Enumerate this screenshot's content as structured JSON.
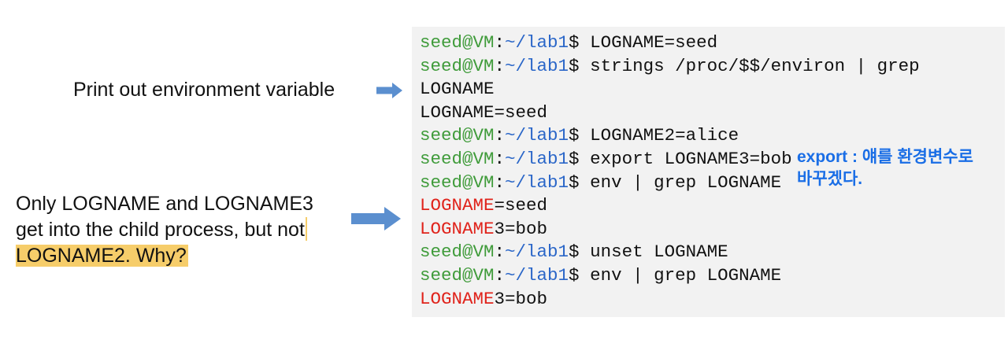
{
  "labels": {
    "print_env": "Print out environment variable",
    "only_line1": "Only LOGNAME and LOGNAME3",
    "only_line2": "get into the child process, but not",
    "only_line3": "LOGNAME2. Why?"
  },
  "prompt": {
    "user": "seed@VM",
    "colon": ":",
    "path": "~/lab1",
    "dollar": "$ "
  },
  "terminal_lines": [
    {
      "type": "cmd",
      "text": "LOGNAME=seed"
    },
    {
      "type": "cmd",
      "text": "strings /proc/$$/environ | grep"
    },
    {
      "type": "out",
      "text": "LOGNAME"
    },
    {
      "type": "out",
      "text": "LOGNAME=seed"
    },
    {
      "type": "cmd",
      "text": "LOGNAME2=alice"
    },
    {
      "type": "cmd",
      "text": "export LOGNAME3=bob"
    },
    {
      "type": "cmd",
      "text": "env | grep LOGNAME"
    },
    {
      "type": "match",
      "match": "LOGNAME",
      "rest": "=seed"
    },
    {
      "type": "match",
      "match": "LOGNAME",
      "rest": "3=bob"
    },
    {
      "type": "cmd",
      "text": "unset LOGNAME"
    },
    {
      "type": "cmd",
      "text": "env | grep LOGNAME"
    },
    {
      "type": "match",
      "match": "LOGNAME",
      "rest": "3=bob"
    }
  ],
  "annotation": {
    "line1": "export : 얘를 환경변수로",
    "line2": "바꾸겠다."
  },
  "colors": {
    "prompt_user": "#3f9b3a",
    "prompt_path": "#2a66c8",
    "grep_match": "#e0231b",
    "annotation": "#1a6ee6",
    "highlight": "#f6cd6a",
    "arrow": "#5b8fcf",
    "terminal_bg": "#f2f2f2"
  }
}
